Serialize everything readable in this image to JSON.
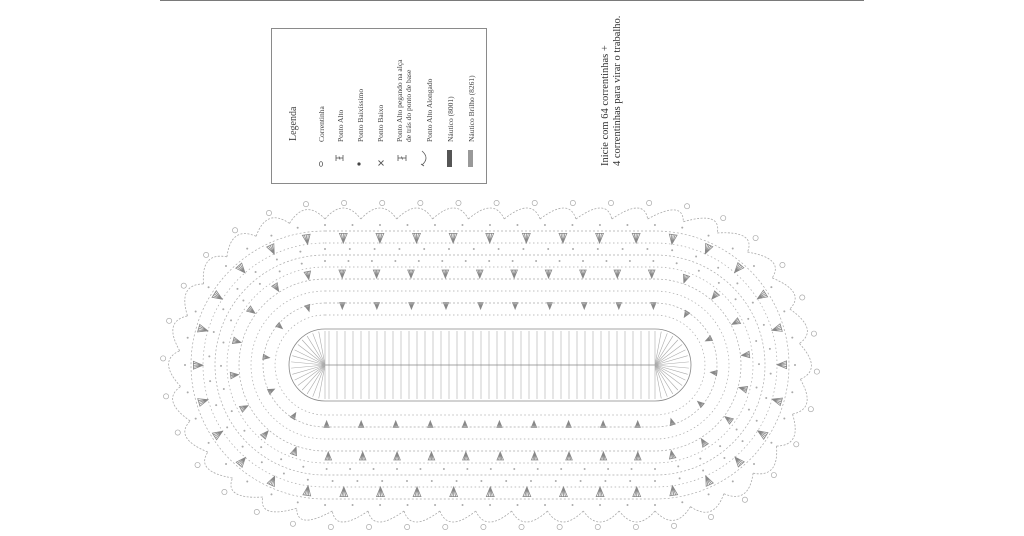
{
  "legend": {
    "title": "Legenda",
    "items": [
      {
        "symbol": "chain",
        "label": "Correntinha"
      },
      {
        "symbol": "double-crochet",
        "label": "Ponto Alto"
      },
      {
        "symbol": "slip-stitch",
        "label": "Ponto Baixíssimo"
      },
      {
        "symbol": "single-crochet",
        "label": "Ponto Baixo"
      },
      {
        "symbol": "double-crochet-back-loop",
        "label": "Ponto Alto pegando na alça",
        "label2": "de trás do ponto de base"
      },
      {
        "symbol": "elongated-double-crochet",
        "label": "Ponto Alto Alongado"
      },
      {
        "symbol": "swatch-dark",
        "label": "Náutico (8001)"
      },
      {
        "symbol": "swatch-light",
        "label": "Náutico Brilho (8261)"
      }
    ]
  },
  "instructions": {
    "line1": "Inicie com 64 correntinhas +",
    "line2": "4 correntinhas para virar o trabalho."
  },
  "colors": {
    "yarn_dark": "#555555",
    "yarn_light": "#999999",
    "chart_light": "#aaaaaa",
    "chart_mid": "#888888"
  }
}
